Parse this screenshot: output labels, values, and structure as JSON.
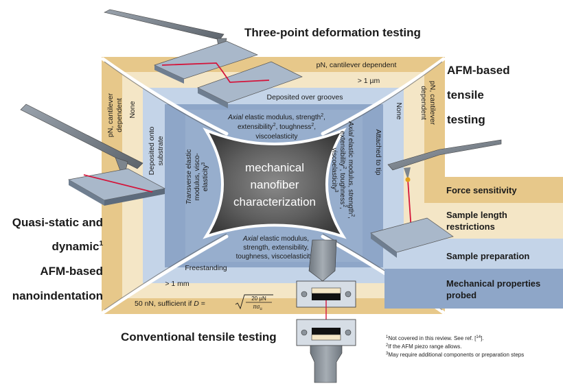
{
  "titles": {
    "top": "Three-point deformation testing",
    "right_1": "AFM-based",
    "right_2": "tensile",
    "right_3": "testing",
    "left_1": "Quasi-static and",
    "left_2": "dynamic",
    "left_2_sup": "1",
    "left_3": "AFM-based",
    "left_4": "nanoindentation",
    "bottom": "Conventional tensile testing"
  },
  "center": {
    "line1": "mechanical",
    "line2": "nanofiber",
    "line3": "characterization"
  },
  "top_bands": {
    "force": "pN, cantilever dependent",
    "length": "> 1 µm",
    "prep": "Deposited over grooves",
    "props_1_pre": "Axial",
    "props_1_post": " elastic modulus, strength",
    "props_1_sup": "2",
    "props_1_end": ",",
    "props_2": "extensibility",
    "props_2_sup": "2",
    "props_2_mid": ", toughness",
    "props_2_sup2": "2",
    "props_2_end": ",",
    "props_3": "viscoelasticity"
  },
  "left_bands": {
    "force_1": "pN, cantilever",
    "force_2": "dependent",
    "length": "None",
    "prep_1": "Deposited onto",
    "prep_2": "substrate",
    "props_1_pre": "Transverse",
    "props_1_post": " elastic",
    "props_2": "modulus, visco-",
    "props_3": "elasticity",
    "props_3_sup": "3"
  },
  "right_bands": {
    "force_1": "pN, cantilever",
    "force_2": "dependent",
    "length": "None",
    "prep": "Attached to tip",
    "props_1_pre": "Axial",
    "props_1_post": " elastic modulus, strength",
    "props_1_sup": "2",
    "props_1_end": ",",
    "props_2": "extensibility",
    "props_2_sup": "2",
    "props_2_mid": ", toughness",
    "props_2_sup2": "2",
    "props_2_end": ",",
    "props_3": "viscoelasticity",
    "props_3_sup": "3"
  },
  "bottom_bands": {
    "force_pre": "50 nN, sufficient if ",
    "force_D": "D",
    "force_eq": " =",
    "sqrt_num": "20 µN",
    "sqrt_den": "πσ",
    "sqrt_den_sub": "u",
    "length": "> 1 mm",
    "prep": "Freestanding",
    "props_1_pre": "Axial",
    "props_1_post": " elastic modulus,",
    "props_2": "strength, extensibility,",
    "props_3": "toughness, viscoelasticity",
    "props_3_sup": "3"
  },
  "legend": {
    "force_sensitivity": "Force sensitivity",
    "sample_length_1": "Sample length",
    "sample_length_2": "restrictions",
    "sample_preparation": "Sample preparation",
    "mech_props_1": "Mechanical properties",
    "mech_props_2": "probed"
  },
  "footnotes": {
    "n1_sup": "1",
    "n1_text": "Not covered in this review. See ref. [",
    "n1_ref": "14",
    "n1_end": "].",
    "n2_sup": "2",
    "n2_text": "If the AFM piezo range allows.",
    "n3_sup": "3",
    "n3_text": "May require additional components or preparation steps"
  },
  "colors": {
    "ring_force": "#e7c88a",
    "ring_length": "#f4e6c6",
    "ring_prep": "#c4d4e8",
    "ring_props": "#8ea6c8",
    "center": "#5b5b5b"
  }
}
